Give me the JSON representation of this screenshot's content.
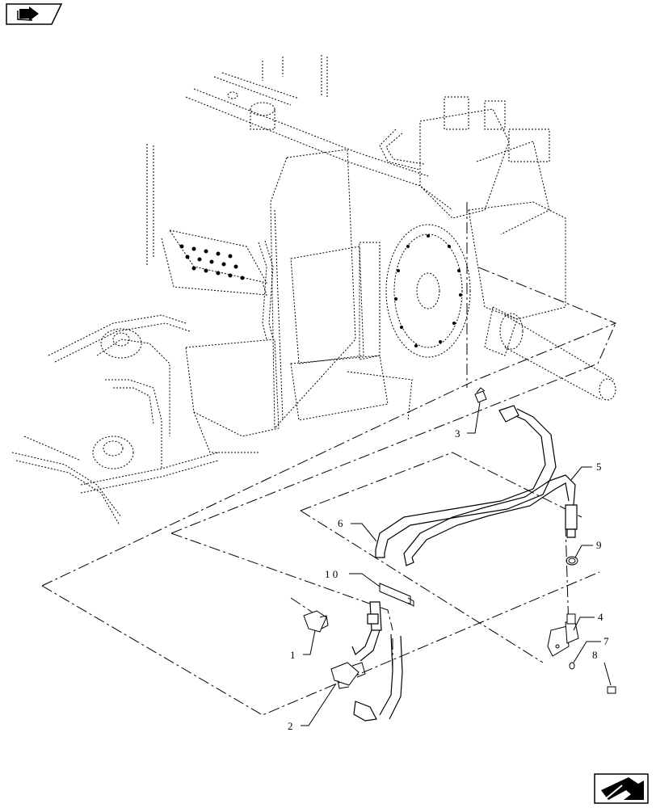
{
  "diagram": {
    "callouts": [
      {
        "id": "1",
        "label": "1"
      },
      {
        "id": "2",
        "label": "2"
      },
      {
        "id": "3",
        "label": "3"
      },
      {
        "id": "4",
        "label": "4"
      },
      {
        "id": "5",
        "label": "5"
      },
      {
        "id": "6",
        "label": "6"
      },
      {
        "id": "7",
        "label": "7"
      },
      {
        "id": "8",
        "label": "8"
      },
      {
        "id": "9",
        "label": "9"
      },
      {
        "id": "10",
        "label": "1 0"
      }
    ]
  },
  "navigation": {
    "top_left_icon": "book-arrow-icon",
    "bottom_right_icon": "next-page-arrow-icon"
  }
}
